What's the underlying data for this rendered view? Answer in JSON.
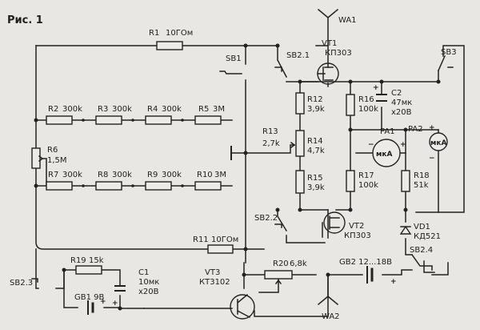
{
  "figure": {
    "title": "Рис. 1"
  },
  "resistors": {
    "r1": {
      "ref": "R1",
      "value": "10ГОм"
    },
    "r2": {
      "ref": "R2",
      "value": "300k"
    },
    "r3": {
      "ref": "R3",
      "value": "300k"
    },
    "r4": {
      "ref": "R4",
      "value": "300k"
    },
    "r5": {
      "ref": "R5",
      "value": "3М"
    },
    "r6": {
      "ref": "R6",
      "value": "1,5М"
    },
    "r7": {
      "ref": "R7",
      "value": "300k"
    },
    "r8": {
      "ref": "R8",
      "value": "300k"
    },
    "r9": {
      "ref": "R9",
      "value": "300k"
    },
    "r10": {
      "ref": "R10",
      "value": "3М"
    },
    "r11": {
      "ref": "R11",
      "value": "10ГОм"
    },
    "r12": {
      "ref": "R12",
      "value": "3,9k"
    },
    "r13": {
      "ref": "R13",
      "value": "2,7k"
    },
    "r14": {
      "ref": "R14",
      "value": "4,7k"
    },
    "r15": {
      "ref": "R15",
      "value": "3,9k"
    },
    "r16": {
      "ref": "R16",
      "value": "100k"
    },
    "r17": {
      "ref": "R17",
      "value": "100k"
    },
    "r18": {
      "ref": "R18",
      "value": "51k"
    },
    "r19": {
      "ref": "R19",
      "value": "15k"
    },
    "r20": {
      "ref": "R20",
      "value": "6,8k"
    }
  },
  "capacitors": {
    "c1": {
      "ref": "C1",
      "value1": "10мк",
      "value2": "x20В"
    },
    "c2": {
      "ref": "C2",
      "value1": "47мк",
      "value2": "x20В"
    }
  },
  "switches": {
    "sb1": "SB1",
    "sb21": "SB2.1",
    "sb22": "SB2.2",
    "sb23": "SB2.3",
    "sb24": "SB2.4",
    "sb3": "SB3"
  },
  "transistors": {
    "vt1": {
      "ref": "VT1",
      "type": "КП303"
    },
    "vt2": {
      "ref": "VT2",
      "type": "КП303"
    },
    "vt3": {
      "ref": "VT3",
      "type": "КТ3102"
    }
  },
  "diode": {
    "ref": "VD1",
    "type": "КД521"
  },
  "meters": {
    "pa1": {
      "ref": "PA1",
      "unit": "мкА"
    },
    "pa2": {
      "ref": "PA2",
      "unit": "мкА"
    }
  },
  "batteries": {
    "gb1": {
      "label": "GB1 9В"
    },
    "gb2": {
      "label": "GB2 12...18В"
    }
  },
  "antennas": {
    "wa1": "WA1",
    "wa2": "WA2"
  },
  "polarity": {
    "plus": "+",
    "minus": "−"
  }
}
